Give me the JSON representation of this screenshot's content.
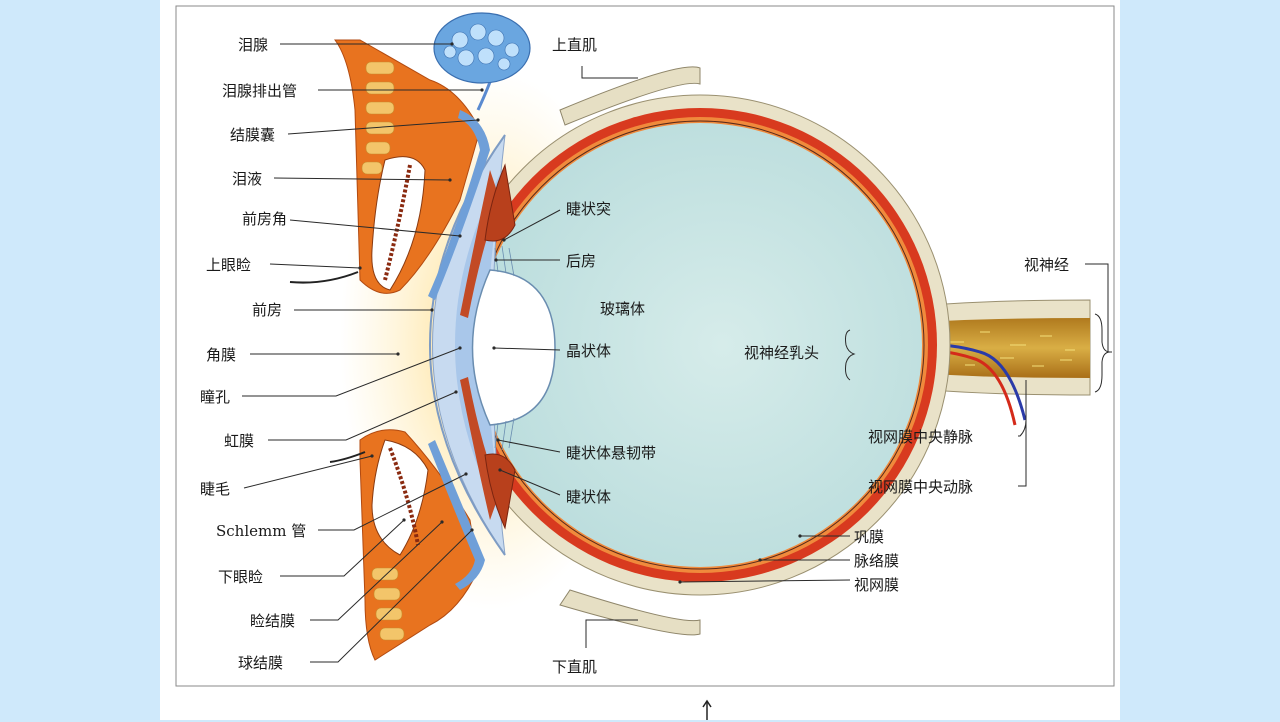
{
  "labels": {
    "lacrimal_gland": "泪腺",
    "lacrimal_duct": "泪腺排出管",
    "conjunctival_sac": "结膜囊",
    "tears": "泪液",
    "anterior_chamber_angle": "前房角",
    "upper_eyelid": "上眼睑",
    "anterior_chamber": "前房",
    "cornea": "角膜",
    "pupil": "瞳孔",
    "iris": "虹膜",
    "eyelash": "睫毛",
    "schlemm_canal": "Schlemm 管",
    "lower_eyelid": "下眼睑",
    "palpebral_conjunctiva": "睑结膜",
    "bulbar_conjunctiva": "球结膜",
    "superior_rectus": "上直肌",
    "ciliary_process": "睫状突",
    "posterior_chamber": "后房",
    "vitreous_body": "玻璃体",
    "lens": "晶状体",
    "ciliary_zonule": "睫状体悬韧带",
    "ciliary_body": "睫状体",
    "optic_nerve": "视神经",
    "optic_disc": "视神经乳头",
    "central_retinal_vein": "视网膜中央静脉",
    "central_retinal_artery": "视网膜中央动脉",
    "sclera": "巩膜",
    "choroid": "脉络膜",
    "retina": "视网膜",
    "inferior_rectus": "下直肌"
  },
  "colors": {
    "page_bg": "#cfe9fb",
    "sclera": "#e9e2c8",
    "choroid": "#d83a1f",
    "vitreous": "#cfe7e6",
    "cornea": "#c7daf0",
    "eyelid": "#e8731f",
    "optic_nerve": "#c99a3a",
    "lacrimal_gland": "#6aa6e0"
  }
}
